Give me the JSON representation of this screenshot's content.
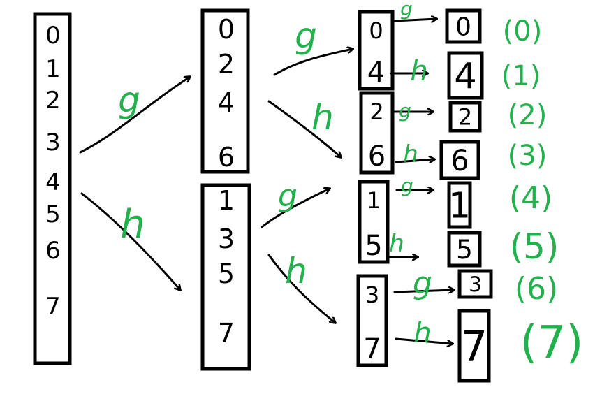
{
  "stage0": {
    "digits": [
      "0",
      "1",
      "2",
      "3",
      "4",
      "5",
      "6",
      "7"
    ]
  },
  "stage1": {
    "g_label": "g",
    "h_label": "h",
    "even_box": [
      "0",
      "2",
      "4",
      "6"
    ],
    "odd_box": [
      "1",
      "3",
      "5",
      "7"
    ]
  },
  "stage2": {
    "labels": [
      "g",
      "h",
      "g",
      "h"
    ],
    "boxes": [
      [
        "0",
        "4"
      ],
      [
        "2",
        "6"
      ],
      [
        "1",
        "5"
      ],
      [
        "3",
        "7"
      ]
    ]
  },
  "stage3": {
    "labels": [
      "g",
      "h",
      "g",
      "h",
      "g",
      "h",
      "g",
      "h"
    ],
    "boxes": [
      "0",
      "4",
      "2",
      "6",
      "1",
      "5",
      "3",
      "7"
    ]
  },
  "results": [
    "(0)",
    "(1)",
    "(2)",
    "(3)",
    "(4)",
    "(5)",
    "(6)",
    "(7)"
  ],
  "colors": {
    "ink": "#000000",
    "annotation": "#22b14c"
  }
}
